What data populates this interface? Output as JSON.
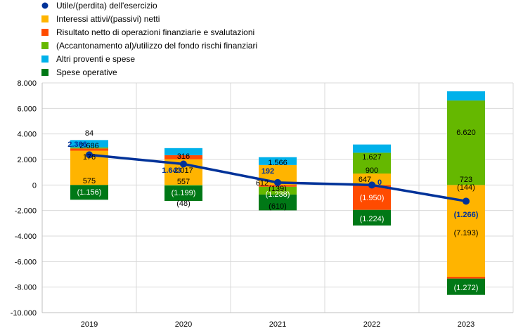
{
  "chart_data": {
    "type": "bar",
    "stacked": true,
    "categories": [
      "2019",
      "2020",
      "2021",
      "2022",
      "2023"
    ],
    "ylim": [
      -10000,
      8000
    ],
    "yticks": [
      -10000,
      -8000,
      -6000,
      -4000,
      -2000,
      0,
      2000,
      4000,
      6000,
      8000
    ],
    "ytick_labels": [
      "-10.000",
      "-8.000",
      "-6.000",
      "-4.000",
      "-2.000",
      "0",
      "2.000",
      "4.000",
      "6.000",
      "8.000"
    ],
    "grid": true,
    "legend_position": "top-left",
    "series": [
      {
        "name": "Interessi attivi/(passivi) netti",
        "kind": "bar",
        "color": "#FFB400",
        "values": [
          2686,
          2017,
          1566,
          900,
          -7193
        ],
        "labels": [
          "2.686",
          "2.017",
          "1.566",
          "900",
          "(7.193)"
        ]
      },
      {
        "name": "Risultato netto di operazioni finanziarie e svalutazioni",
        "kind": "bar",
        "color": "#FF4B00",
        "values": [
          176,
          316,
          -139,
          -1950,
          -144
        ],
        "labels": [
          "176",
          "316",
          "(139)",
          "(1.950)",
          "(144)"
        ]
      },
      {
        "name": "(Accantonamento al)/utilizzo del fondo rischi finanziari",
        "kind": "bar",
        "color": "#65B800",
        "values": [
          84,
          -48,
          -610,
          1627,
          6620
        ],
        "labels": [
          "84",
          "(48)",
          "(610)",
          "1.627",
          "6.620"
        ]
      },
      {
        "name": "Altri proventi e spese",
        "kind": "bar",
        "color": "#00B1EA",
        "values": [
          575,
          557,
          612,
          647,
          723
        ],
        "labels": [
          "575",
          "557",
          "612",
          "647",
          "723"
        ]
      },
      {
        "name": "Spese operative",
        "kind": "bar",
        "color": "#007816",
        "values": [
          -1156,
          -1199,
          -1238,
          -1224,
          -1272
        ],
        "labels": [
          "(1.156)",
          "(1.199)",
          "(1.238)",
          "(1.224)",
          "(1.272)"
        ]
      }
    ],
    "line": {
      "name": "Utile/(perdita) dell'esercizio",
      "color": "#003299",
      "values": [
        2366,
        1643,
        192,
        0,
        -1266
      ],
      "labels": [
        "2.366",
        "1.643",
        "192",
        "0",
        "(1.266)"
      ]
    }
  }
}
